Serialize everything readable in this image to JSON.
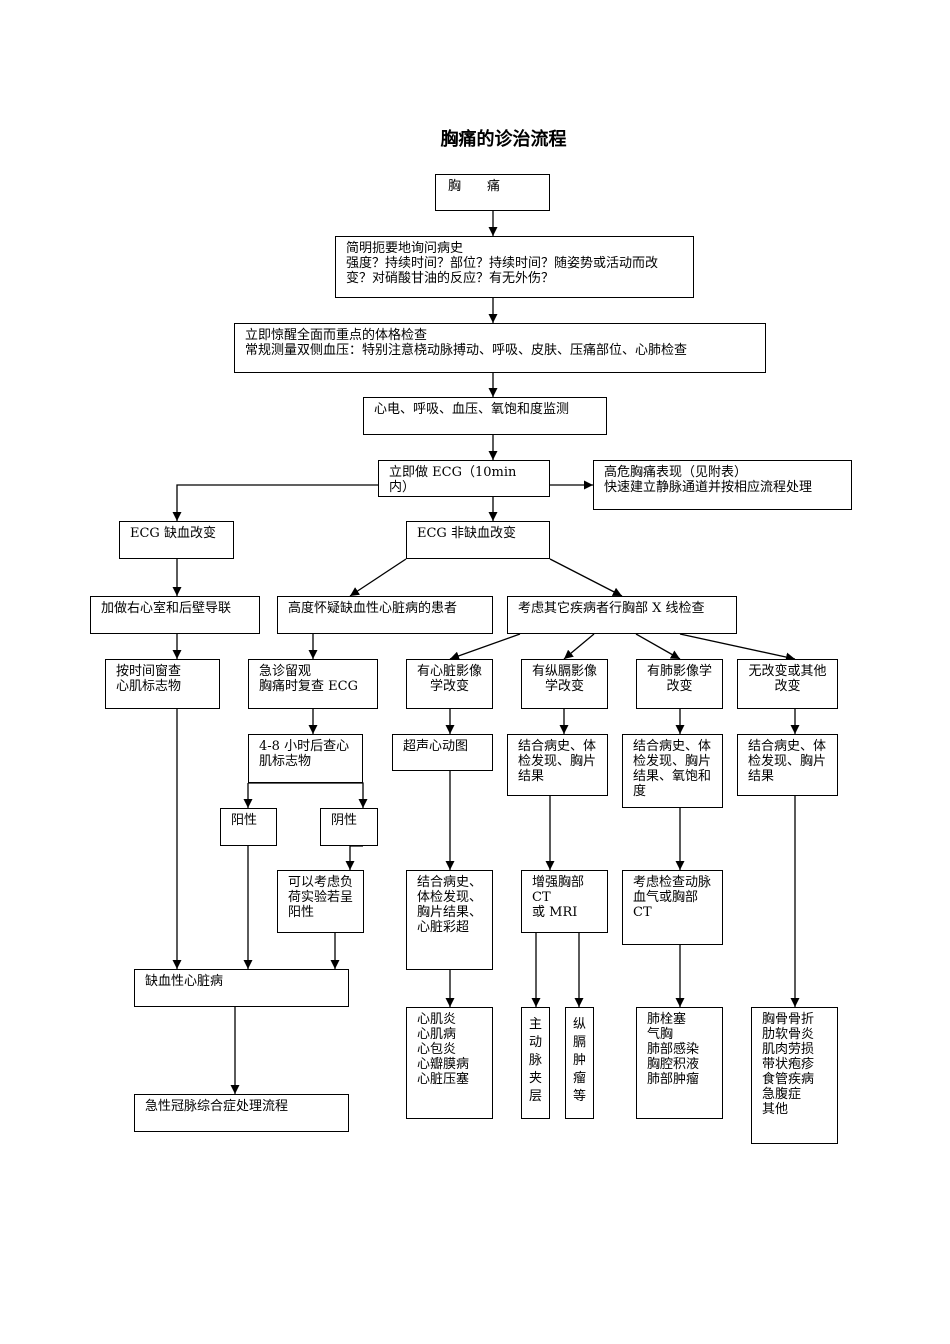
{
  "title": "胸痛的诊治流程",
  "boxes": {
    "chest_pain": "胸　　痛",
    "history": "简明扼要地询问病史\n强度？持续时间？部位？持续时间？随姿势或活动而改变？对硝酸甘油的反应？有无外伤？",
    "exam": "立即惊醒全面而重点的体格检查\n常规测量双侧血压：特别注意桡动脉搏动、呼吸、皮肤、压痛部位、心肺检查",
    "monitor": "心电、呼吸、血压、氧饱和度监测",
    "ecg": "立即做 ECG（10min 内）",
    "high_risk": "高危胸痛表现（见附表）\n快速建立静脉通道并按相应流程处理",
    "ecg_ischemic": "ECG 缺血改变",
    "ecg_non_ischemic": "ECG 非缺血改变",
    "right_leads": "加做右心室和后壁导联",
    "suspect_ihd": "高度怀疑缺血性心脏病的患者",
    "consider_other": "考虑其它疾病者行胸部 X 线检查",
    "markers_time": "按时间窗查\n心肌标志物",
    "er_observe": "急诊留观\n胸痛时复查 ECG",
    "cardiac_imaging": "有心脏影像学改变",
    "mediastinal_imaging": "有纵膈影像学改变",
    "lung_imaging": "有肺影像学改变",
    "no_change": "无改变或其他改变",
    "markers_4_8h": "4-8 小时后查心肌标志物",
    "echo": "超声心动图",
    "combine_med": "结合病史、体检发现、胸片结果",
    "combine_lung": "结合病史、体检发现、胸片结果、氧饱和度",
    "combine_other": "结合病史、体检发现、胸片结果",
    "positive": "阳性",
    "negative": "阴性",
    "stress_test": "可以考虑负荷实验若呈阳性",
    "combine_cardiac": "结合病史、体检发现、胸片结果、心脏彩超",
    "enhanced_ct": "增强胸部 CT\n或 MRI",
    "pulm_ct": "考虑检查动脉血气或胸部 CT",
    "ihd": "缺血性心脏病",
    "acs": "急性冠脉综合症处理流程",
    "cardiac_dx": "心肌炎\n心肌病\n心包炎\n心瓣膜病\n心脏压塞",
    "aortic_dissection": "主\n动\n脉\n夹\n层",
    "mediastinal_tumor": "纵\n膈\n肿\n瘤\n等",
    "lung_dx": "肺栓塞\n气胸\n肺部感染\n胸腔积液\n肺部肿瘤",
    "other_dx": "胸骨骨折\n肋软骨炎\n肌肉劳损\n带状疱疹\n食管疾病\n急腹症\n其他"
  }
}
